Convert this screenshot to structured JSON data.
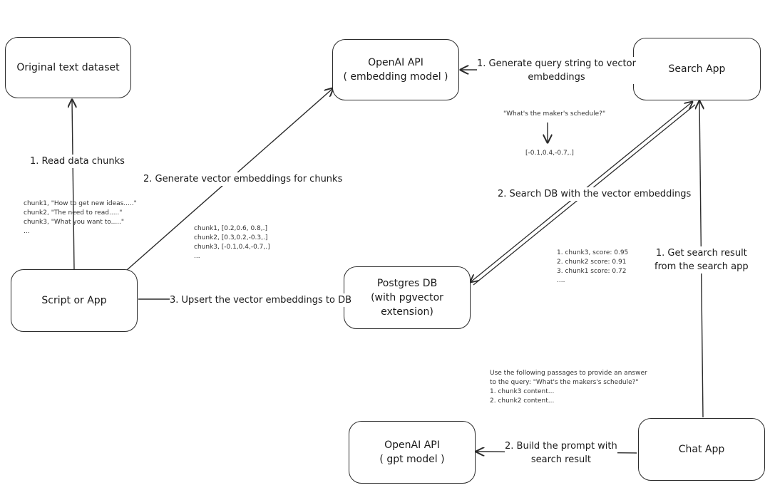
{
  "nodes": {
    "dataset": "Original text dataset",
    "openai_embed": [
      "OpenAI API",
      "( embedding model )"
    ],
    "search_app": "Search App",
    "script_app": "Script or App",
    "postgres": [
      "Postgres DB",
      "(with pgvector extension)"
    ],
    "openai_gpt": [
      "OpenAI API",
      "( gpt model )"
    ],
    "chat_app": "Chat App"
  },
  "edges": {
    "read_chunks": "1. Read data chunks",
    "gen_embeddings": "2. Generate vector embeddings for chunks",
    "upsert": "3. Upsert the vector embeddings  to DB",
    "query_to_vec": [
      "1. Generate query string to vector",
      "embeddings"
    ],
    "search_db": "2. Search DB with the vector embeddings",
    "get_result": [
      "1. Get search result",
      "from the search app"
    ],
    "build_prompt": [
      "2. Build the prompt with",
      "search result"
    ]
  },
  "notes": {
    "chunks_text": [
      "chunk1, \"How to get new ideas.....\"",
      "chunk2, \"The need to read.....\"",
      "chunk3, \"What you want to.....\"",
      "..."
    ],
    "chunks_vec": [
      "chunk1, [0.2,0.6, 0.8,.]",
      "chunk2, [0.3,0.2,-0.3,.]",
      "chunk3, [-0.1,0.4,-0.7,.]",
      "..."
    ],
    "query_example": "\"What's the maker's schedule?\"",
    "query_vector": "[-0.1,0.4,-0.7,.]",
    "scores": [
      "1. chunk3, score: 0.95",
      "2. chunk2 score: 0.91",
      "3. chunk1 score: 0.72",
      "...."
    ],
    "prompt": [
      "Use the following passages to provide an answer",
      "to the query: \"What's the makers's schedule?\"",
      "1. chunk3 content...",
      "2. chunk2 content..."
    ]
  }
}
